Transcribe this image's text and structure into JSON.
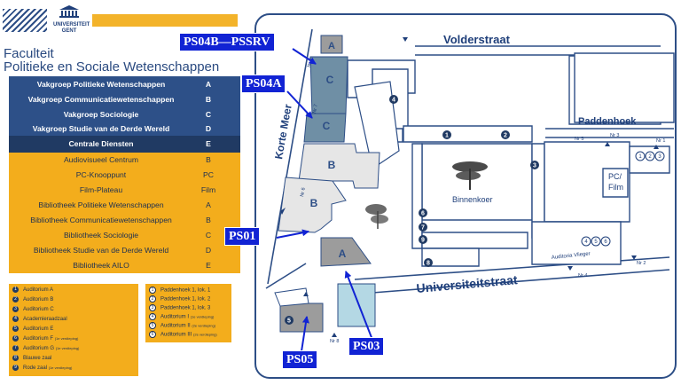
{
  "header": {
    "university_top": "UNIVERSITEIT",
    "university_bottom": "GENT",
    "faculty_line1": "Faculteit",
    "faculty_line2": "Politieke en Sociale Wetenschappen"
  },
  "departments": [
    {
      "label": "Vakgroep Politieke Wetenschappen",
      "code": "A"
    },
    {
      "label": "Vakgroep Communicatiewetenschappen",
      "code": "B"
    },
    {
      "label": "Vakgroep Sociologie",
      "code": "C"
    },
    {
      "label": "Vakgroep Studie van de Derde Wereld",
      "code": "D"
    },
    {
      "label": "Centrale Diensten",
      "code": "E"
    }
  ],
  "services": [
    {
      "label": "Audiovisueel Centrum",
      "code": "B"
    },
    {
      "label": "PC-Knooppunt",
      "code": "PC"
    },
    {
      "label": "Film-Plateau",
      "code": "Film"
    },
    {
      "label": "Bibliotheek Politieke Wetenschappen",
      "code": "A"
    },
    {
      "label": "Bibliotheek Communicatiewetenschappen",
      "code": "B"
    },
    {
      "label": "Bibliotheek Sociologie",
      "code": "C"
    },
    {
      "label": "Bibliotheek Studie van de Derde Wereld",
      "code": "D"
    },
    {
      "label": "Bibliotheek AILO",
      "code": "E"
    }
  ],
  "auditoria_legend": [
    {
      "num": "1",
      "label": "Auditorium A",
      "note": ""
    },
    {
      "num": "2",
      "label": "Auditorium B",
      "note": ""
    },
    {
      "num": "3",
      "label": "Auditorium C",
      "note": ""
    },
    {
      "num": "4",
      "label": "Academieraadzaal",
      "note": ""
    },
    {
      "num": "5",
      "label": "Auditorium E",
      "note": ""
    },
    {
      "num": "6",
      "label": "Auditorium F",
      "note": "(1e verdieping)"
    },
    {
      "num": "7",
      "label": "Auditorium G",
      "note": "(1e verdieping)"
    },
    {
      "num": "8",
      "label": "Blauwe zaal",
      "note": ""
    },
    {
      "num": "9",
      "label": "Rode zaal",
      "note": "(1e verdieping)"
    }
  ],
  "paddenhoek_legend": [
    {
      "num": "1",
      "label": "Paddenhoek 1, lok. 1",
      "note": ""
    },
    {
      "num": "2",
      "label": "Paddenhoek 1, lok. 2",
      "note": ""
    },
    {
      "num": "3",
      "label": "Paddenhoek 1, lok. 3",
      "note": ""
    },
    {
      "num": "4",
      "label": "Auditorium I",
      "note": "(1e verdieping)"
    },
    {
      "num": "5",
      "label": "Auditorium II",
      "note": "(2e verdieping)"
    },
    {
      "num": "6",
      "label": "Auditorium III",
      "note": "(2e verdieping)"
    }
  ],
  "map": {
    "streets": {
      "north": "Volderstraat",
      "south": "Universiteitstraat",
      "west": "Korte Meer",
      "east": "Paddenhoek"
    },
    "courtyard": "Binnenkoer",
    "pc_film": [
      "PC/",
      "Film"
    ],
    "auditoria_vlieger": "Auditoria Vlieger",
    "building_letters": {
      "a_top": "A",
      "c1": "C",
      "c2": "C",
      "b1": "B",
      "b2": "B",
      "a_low": "A"
    },
    "entrances": [
      "Nr 1",
      "Nr 2",
      "Nr 3",
      "Nr 4",
      "Nr 5",
      "Nr 6",
      "Nr 7",
      "Nr 8",
      "Nr 9"
    ],
    "circled_numbers": [
      "1",
      "2",
      "3",
      "4",
      "5",
      "6",
      "7",
      "8",
      "9"
    ],
    "aud_small": [
      "4",
      "5",
      "6"
    ],
    "right_circles": [
      "1",
      "2",
      "3"
    ]
  },
  "callouts": {
    "ps04b": "PS04B—PSSRV",
    "ps04a": "PS04A",
    "ps01": "PS01",
    "ps03": "PS03",
    "ps05": "PS05"
  },
  "colors": {
    "dept_blue": "#2d5088",
    "dark_blue": "#203a63",
    "service_yellow": "#f3ad1c",
    "callout_blue": "#1123d4",
    "building_c": "#6f8fa5",
    "building_b": "#e6e6e6",
    "building_a": "#9c9c9c",
    "building_ps03": "#b4d8e4"
  }
}
